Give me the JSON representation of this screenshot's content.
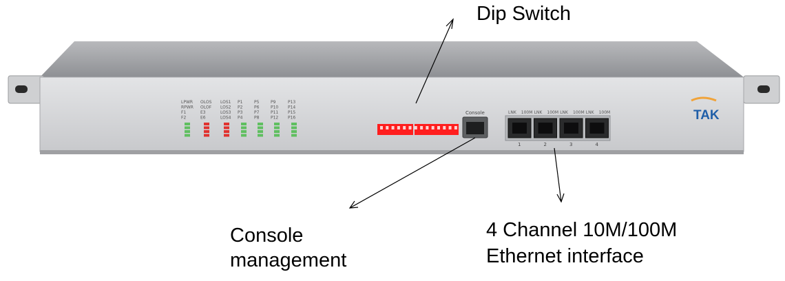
{
  "annotations": {
    "dip_switch": "Dip Switch",
    "console_line1": "Console",
    "console_line2": "management",
    "ethernet_line1": "4 Channel 10M/100M",
    "ethernet_line2": "Ethernet interface"
  },
  "device": {
    "brand": "TAK",
    "console_port_label": "Console",
    "led_groups": [
      {
        "labels": [
          "LPWR",
          "RPWR",
          "F1",
          "F2"
        ],
        "color": "#5fbf60"
      },
      {
        "labels": [
          "OLOS",
          "OLOF",
          "E3",
          "E6"
        ],
        "color": "#e0322f"
      },
      {
        "labels": [
          "LOS1",
          "LOS2",
          "LOS3",
          "LOS4"
        ],
        "color": "#e0322f"
      },
      {
        "labels": [
          "P1",
          "P2",
          "P3",
          "P4"
        ],
        "color": "#5fbf60"
      },
      {
        "labels": [
          "P5",
          "P6",
          "P7",
          "P8"
        ],
        "color": "#5fbf60"
      },
      {
        "labels": [
          "P9",
          "P10",
          "P11",
          "P12"
        ],
        "color": "#5fbf60"
      },
      {
        "labels": [
          "P13",
          "P14",
          "P15",
          "P16"
        ],
        "color": "#5fbf60"
      }
    ],
    "ethernet_header": [
      "LNK",
      "100M",
      "LNK",
      "100M",
      "LNK",
      "100M",
      "LNK",
      "100M"
    ],
    "ethernet_ports": [
      "1",
      "2",
      "3",
      "4"
    ],
    "dip_switch_color": "#ff1e1e"
  },
  "colors": {
    "panel": "#d3d4d6",
    "chassis_top": "#a9abae",
    "brand": "#1f5ea8",
    "arrow": "#000000"
  }
}
